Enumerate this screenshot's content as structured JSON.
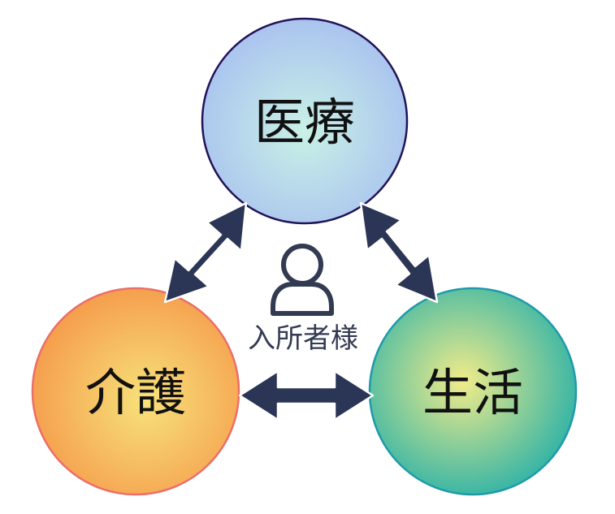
{
  "nodes": {
    "medical": {
      "label": "医療",
      "gradient": [
        "#c6e9f7",
        "#a9c4ee",
        "#c2e8e6"
      ],
      "stroke": "#22145a"
    },
    "care": {
      "label": "介護",
      "gradient": [
        "#f9c76a",
        "#f6a04c",
        "#f7e177"
      ],
      "stroke": "#e46a6a"
    },
    "life": {
      "label": "生活",
      "gradient": [
        "#f4ec8f",
        "#6cc7a3",
        "#2ab3a8"
      ],
      "stroke": "#1f9aaa"
    }
  },
  "center": {
    "label": "入所者様",
    "icon": "person-icon"
  },
  "colors": {
    "arrow": "#2b3556",
    "arrow_outline": "#ffffff",
    "icon_stroke": "#333b52"
  }
}
